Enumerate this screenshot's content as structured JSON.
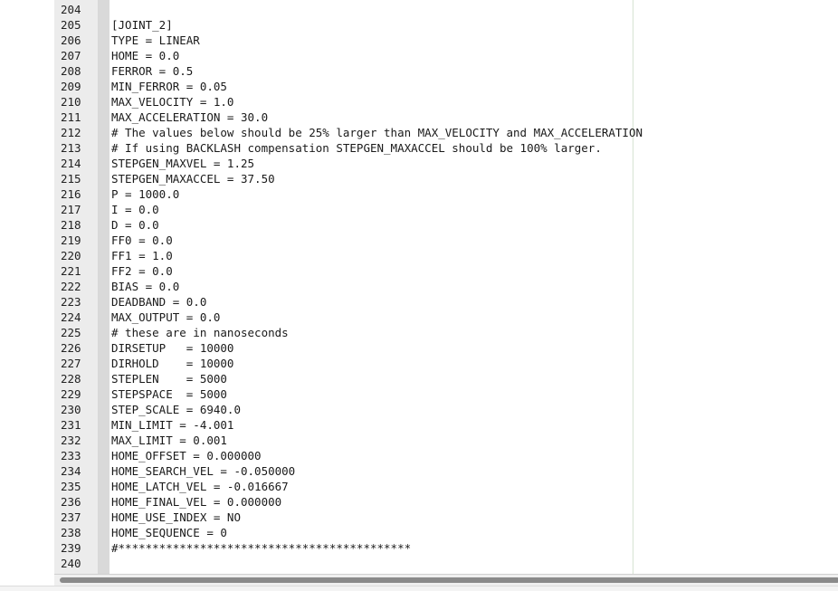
{
  "editor": {
    "lines": [
      {
        "num": "204",
        "text": ""
      },
      {
        "num": "205",
        "text": "[JOINT_2]"
      },
      {
        "num": "206",
        "text": "TYPE = LINEAR"
      },
      {
        "num": "207",
        "text": "HOME = 0.0"
      },
      {
        "num": "208",
        "text": "FERROR = 0.5"
      },
      {
        "num": "209",
        "text": "MIN_FERROR = 0.05"
      },
      {
        "num": "210",
        "text": "MAX_VELOCITY = 1.0"
      },
      {
        "num": "211",
        "text": "MAX_ACCELERATION = 30.0"
      },
      {
        "num": "212",
        "text": "# The values below should be 25% larger than MAX_VELOCITY and MAX_ACCELERATION"
      },
      {
        "num": "213",
        "text": "# If using BACKLASH compensation STEPGEN_MAXACCEL should be 100% larger."
      },
      {
        "num": "214",
        "text": "STEPGEN_MAXVEL = 1.25"
      },
      {
        "num": "215",
        "text": "STEPGEN_MAXACCEL = 37.50"
      },
      {
        "num": "216",
        "text": "P = 1000.0"
      },
      {
        "num": "217",
        "text": "I = 0.0"
      },
      {
        "num": "218",
        "text": "D = 0.0"
      },
      {
        "num": "219",
        "text": "FF0 = 0.0"
      },
      {
        "num": "220",
        "text": "FF1 = 1.0"
      },
      {
        "num": "221",
        "text": "FF2 = 0.0"
      },
      {
        "num": "222",
        "text": "BIAS = 0.0"
      },
      {
        "num": "223",
        "text": "DEADBAND = 0.0"
      },
      {
        "num": "224",
        "text": "MAX_OUTPUT = 0.0"
      },
      {
        "num": "225",
        "text": "# these are in nanoseconds"
      },
      {
        "num": "226",
        "text": "DIRSETUP   = 10000"
      },
      {
        "num": "227",
        "text": "DIRHOLD    = 10000"
      },
      {
        "num": "228",
        "text": "STEPLEN    = 5000"
      },
      {
        "num": "229",
        "text": "STEPSPACE  = 5000"
      },
      {
        "num": "230",
        "text": "STEP_SCALE = 6940.0"
      },
      {
        "num": "231",
        "text": "MIN_LIMIT = -4.001"
      },
      {
        "num": "232",
        "text": "MAX_LIMIT = 0.001"
      },
      {
        "num": "233",
        "text": "HOME_OFFSET = 0.000000"
      },
      {
        "num": "234",
        "text": "HOME_SEARCH_VEL = -0.050000"
      },
      {
        "num": "235",
        "text": "HOME_LATCH_VEL = -0.016667"
      },
      {
        "num": "236",
        "text": "HOME_FINAL_VEL = 0.000000"
      },
      {
        "num": "237",
        "text": "HOME_USE_INDEX = NO"
      },
      {
        "num": "238",
        "text": "HOME_SEQUENCE = 0"
      },
      {
        "num": "239",
        "text": "#*******************************************"
      },
      {
        "num": "240",
        "text": ""
      }
    ]
  },
  "colors": {
    "gutter_bg": "#ececec",
    "fold_margin_bg": "#d9d9d9",
    "edge_line": "#d7e3d2",
    "text": "#1a1a1a"
  }
}
